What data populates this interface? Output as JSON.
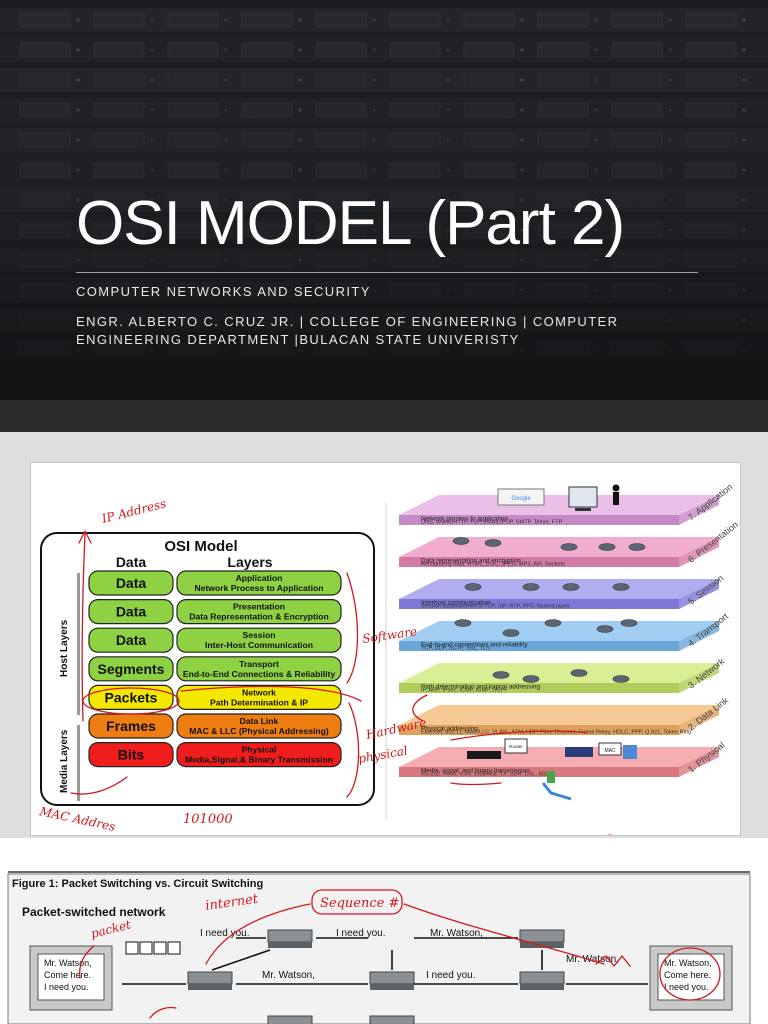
{
  "title_slide": {
    "title": "OSI MODEL (Part 2)",
    "subtitle": "COMPUTER NETWORKS AND SECURITY",
    "author_line1": "ENGR. ALBERTO C. CRUZ JR. | COLLEGE OF ENGINEERING | COMPUTER",
    "author_line2": "ENGINEERING DEPARTMENT |BULACAN STATE UNIVERISTY"
  },
  "osi_slide": {
    "diagram_title": "OSI Model",
    "col_data": "Data",
    "col_layers": "Layers",
    "host_layers": "Host Layers",
    "media_layers": "Media Layers",
    "rows": [
      {
        "data": "Data",
        "name": "Application",
        "desc": "Network Process to Application",
        "color": "#8ed142"
      },
      {
        "data": "Data",
        "name": "Presentation",
        "desc": "Data Representation & Encryption",
        "color": "#8ed142"
      },
      {
        "data": "Data",
        "name": "Session",
        "desc": "Inter-Host Communication",
        "color": "#8ed142"
      },
      {
        "data": "Segments",
        "name": "Transport",
        "desc": "End-to-End Connections & Reliability",
        "color": "#8ed142"
      },
      {
        "data": "Packets",
        "name": "Network",
        "desc": "Path Determination & IP",
        "color": "#f5e800"
      },
      {
        "data": "Frames",
        "name": "Data Link",
        "desc": "MAC & LLC (Physical Addressing)",
        "color": "#ee7d12"
      },
      {
        "data": "Bits",
        "name": "Physical",
        "desc": "Media,Signal,& Binary Transmission",
        "color": "#f01d1d"
      }
    ],
    "stack": [
      {
        "name": "7. Application",
        "head": "Network process to application",
        "detail": "DNS, WWW/HTTP, P2P, EMAIL/POP, SMTP, Telnet, FTP",
        "color": "#e8b8e6",
        "band": "#c58ac6"
      },
      {
        "name": "6. Presentation",
        "head": "Data representation and encryption",
        "detail": "Recognizing data: HTML, DOC, JPEG, MP3, AVI, Sockets",
        "color": "#f0a4c8",
        "band": "#d47aa6"
      },
      {
        "name": "5. Session",
        "head": "Interhost communication",
        "detail": "Session establishment in TCP, SIP, RTP, RPC-Named pipes",
        "color": "#a7a4ee",
        "band": "#7d78d6"
      },
      {
        "name": "4. Transport",
        "head": "End-to-end connections and reliability",
        "detail": "TCP, UDP, SCTP, SSL, TLS",
        "color": "#96c8f0",
        "band": "#6aa6d8"
      },
      {
        "name": "3. Network",
        "head": "Path determination and logical addressing",
        "detail": "IP, ARP, IPsec, ICMP, IGMP, OSPF",
        "color": "#d6ec8a",
        "band": "#b0cc5a"
      },
      {
        "name": "2. Data Link",
        "head": "Physical addressing",
        "detail": "Ethernet, 802.11, MAC/LLC, VLAN , ATM, HDP, Fibre Channel, Frame Relay, HDLC, PPP, Q.921, Token Ring",
        "color": "#f6c48a",
        "band": "#dea05a"
      },
      {
        "name": "1. Physical",
        "head": "Media, signal, and binary transmission",
        "detail": "RS-232, RJ45, V.34, 100BASE-TX, SDH, DSL, 802.11",
        "color": "#f4a4a8",
        "band": "#d8787e"
      }
    ],
    "icon_labels": {
      "google": "Google",
      "router": "Router",
      "mac": "MAC"
    },
    "notes": {
      "ip_address": "IP Address",
      "mac_address": "MAC Addres",
      "binary": "101000",
      "software": "Software",
      "hardware": "Hardware",
      "physical": "physical"
    }
  },
  "packet_slide": {
    "figure_title": "Figure 1: Packet Switching vs. Circuit Switching",
    "panel_title": "Packet-switched network",
    "terminal_text": [
      "Mr. Watson,",
      "Come here.",
      "I need you."
    ],
    "msg_need": "I need you.",
    "msg_watson": "Mr. Watson,",
    "notes": {
      "internet": "internet",
      "sequence": "Sequence #",
      "packet": "packet"
    }
  },
  "colors": {
    "title_band": "#3f5b5e",
    "ink": "#d2181f"
  }
}
